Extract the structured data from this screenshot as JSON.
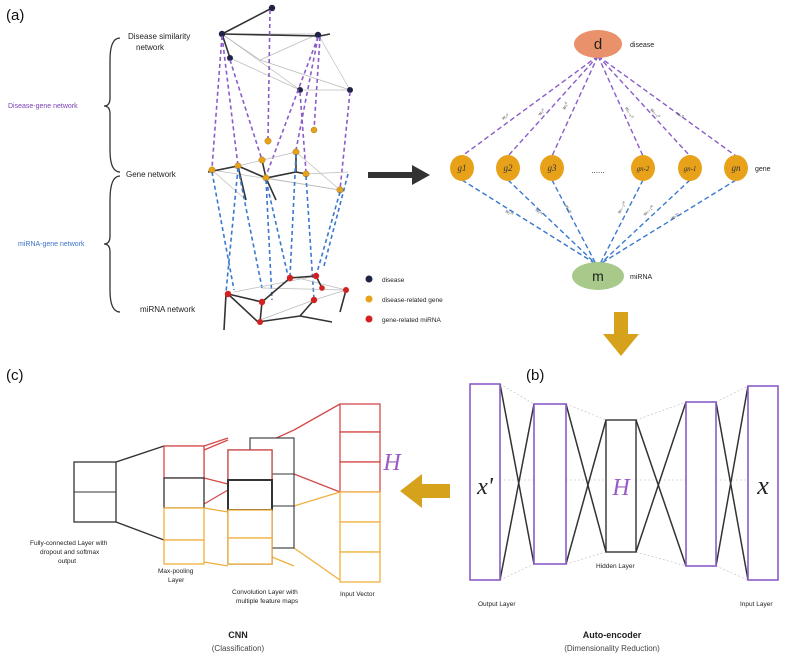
{
  "panels": {
    "a": "(a)",
    "b": "(b)",
    "c": "(c)"
  },
  "panel_a": {
    "layer_labels": {
      "disease_similarity": [
        "Disease similarity",
        "network"
      ],
      "gene_network": "Gene network",
      "mirna_network": "miRNA network"
    },
    "relation_labels": {
      "disease_gene": "Disease-gene network",
      "mirna_gene": "miRNA-gene network"
    },
    "legend": [
      {
        "label": "disease",
        "color": "#1f2446"
      },
      {
        "label": "disease-related gene",
        "color": "#e8a21a"
      },
      {
        "label": "gene-related miRNA",
        "color": "#d42020"
      }
    ]
  },
  "hetero_graph": {
    "disease_node": {
      "letter": "d",
      "label": "disease",
      "color": "#e8916a"
    },
    "gene_nodes": [
      "g1",
      "g2",
      "g3",
      "gn-2",
      "gn-1",
      "gn"
    ],
    "ellipsis": "......",
    "gene_label": "gene",
    "gene_color": "#e8a21a",
    "mirna_node": {
      "letter": "m",
      "label": "miRNA",
      "color": "#a8c98a"
    }
  },
  "autoencoder": {
    "output_symbol": "x'",
    "hidden_symbol": "H",
    "input_symbol": "x",
    "labels": {
      "output": "Output Layer",
      "hidden": "Hidden Layer",
      "input": "Input Layer"
    },
    "title": "Auto-encoder",
    "subtitle": "(Dimensionality Reduction)"
  },
  "cnn": {
    "h_symbol": "H",
    "labels": {
      "fc": [
        "Fully-connected Layer with",
        "dropout and softmax",
        "output"
      ],
      "maxpool": [
        "Max-pooling",
        "Layer"
      ],
      "conv": [
        "Convolution Layer with",
        "multiple feature maps"
      ],
      "input": "Input Vector"
    },
    "title": "CNN",
    "subtitle": "(Classification)"
  },
  "colors": {
    "purple": "#8a5cc8",
    "blue": "#3a78d0",
    "arrow_gold": "#d6a21c",
    "red": "#d44a4a",
    "orange": "#f0b040"
  }
}
